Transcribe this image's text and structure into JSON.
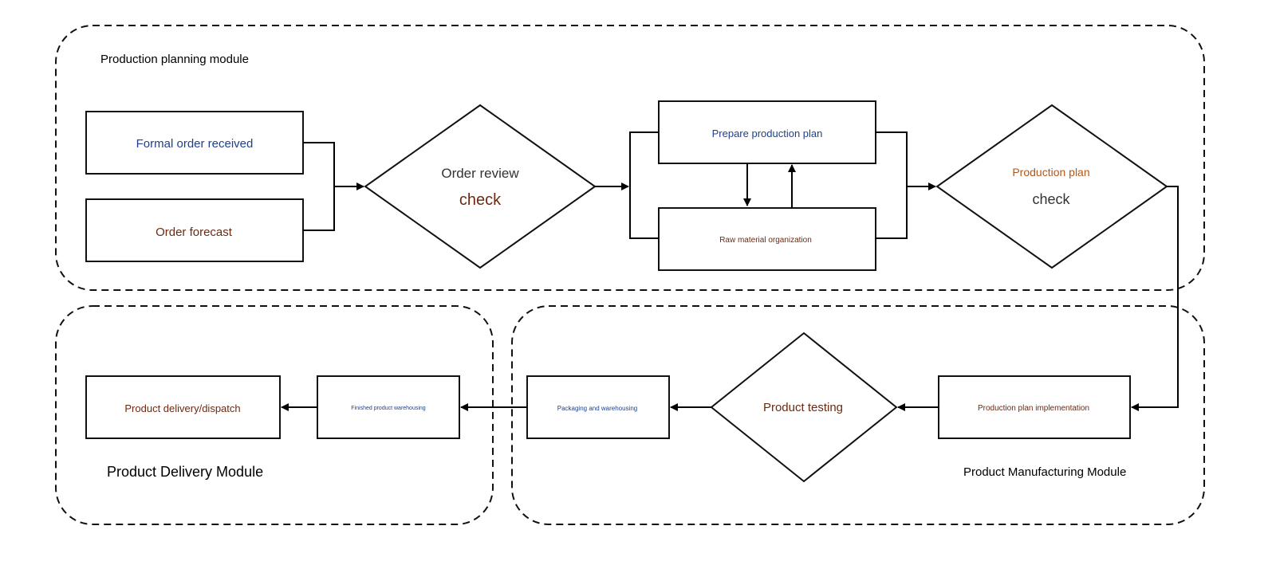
{
  "colors": {
    "blue_text": "#1f3f8c",
    "brown_text": "#6b2a12",
    "orange_text": "#b2561b",
    "dark_text": "#333333",
    "black_text": "#111111"
  },
  "modules": {
    "planning": {
      "title": "Production planning module"
    },
    "delivery": {
      "title": "Product Delivery Module"
    },
    "manufacturing": {
      "title": "Product Manufacturing Module"
    }
  },
  "nodes": {
    "formal_order": {
      "label": "Formal order received"
    },
    "order_forecast": {
      "label": "Order forecast"
    },
    "order_review": {
      "line1": "Order review",
      "line2": "check"
    },
    "prepare_plan": {
      "label": "Prepare production plan"
    },
    "raw_material": {
      "label": "Raw material organization"
    },
    "plan_check": {
      "line1": "Production plan",
      "line2": "check"
    },
    "plan_implementation": {
      "label": "Production plan implementation"
    },
    "product_testing": {
      "label": "Product testing"
    },
    "packaging": {
      "label": "Packaging and warehousing"
    },
    "finished_warehousing": {
      "label": "Finished product warehousing"
    },
    "delivery_dispatch": {
      "label": "Product delivery/dispatch"
    }
  }
}
